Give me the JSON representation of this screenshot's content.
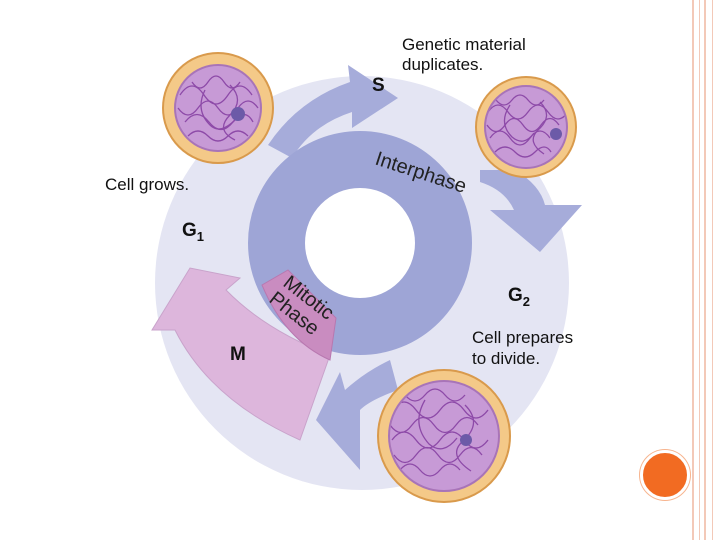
{
  "diagram": {
    "phases": {
      "s": "S",
      "g1": "G",
      "g1_sub": "1",
      "g2": "G",
      "g2_sub": "2",
      "m": "M"
    },
    "notes": {
      "s_line1": "Genetic material",
      "s_line2": "duplicates.",
      "g1": "Cell grows.",
      "g2_line1": "Cell prepares",
      "g2_line2": "to divide."
    },
    "inner_ring": {
      "interphase": "Interphase",
      "mitotic_line1": "Mitotic",
      "mitotic_line2": "Phase"
    }
  },
  "colors": {
    "outer_disc": "#e4e5f3",
    "interphase_arrows": "#a6acda",
    "inner_ring": "#9ea5d6",
    "mitotic_wedge": "#c98cc0",
    "m_arrow": "#ddb6dc",
    "cell_membrane": "#f4c988",
    "cell_interior": "#c79ad6",
    "chromatin": "#8d4aa8",
    "accent_bullet": "#f26b22"
  }
}
